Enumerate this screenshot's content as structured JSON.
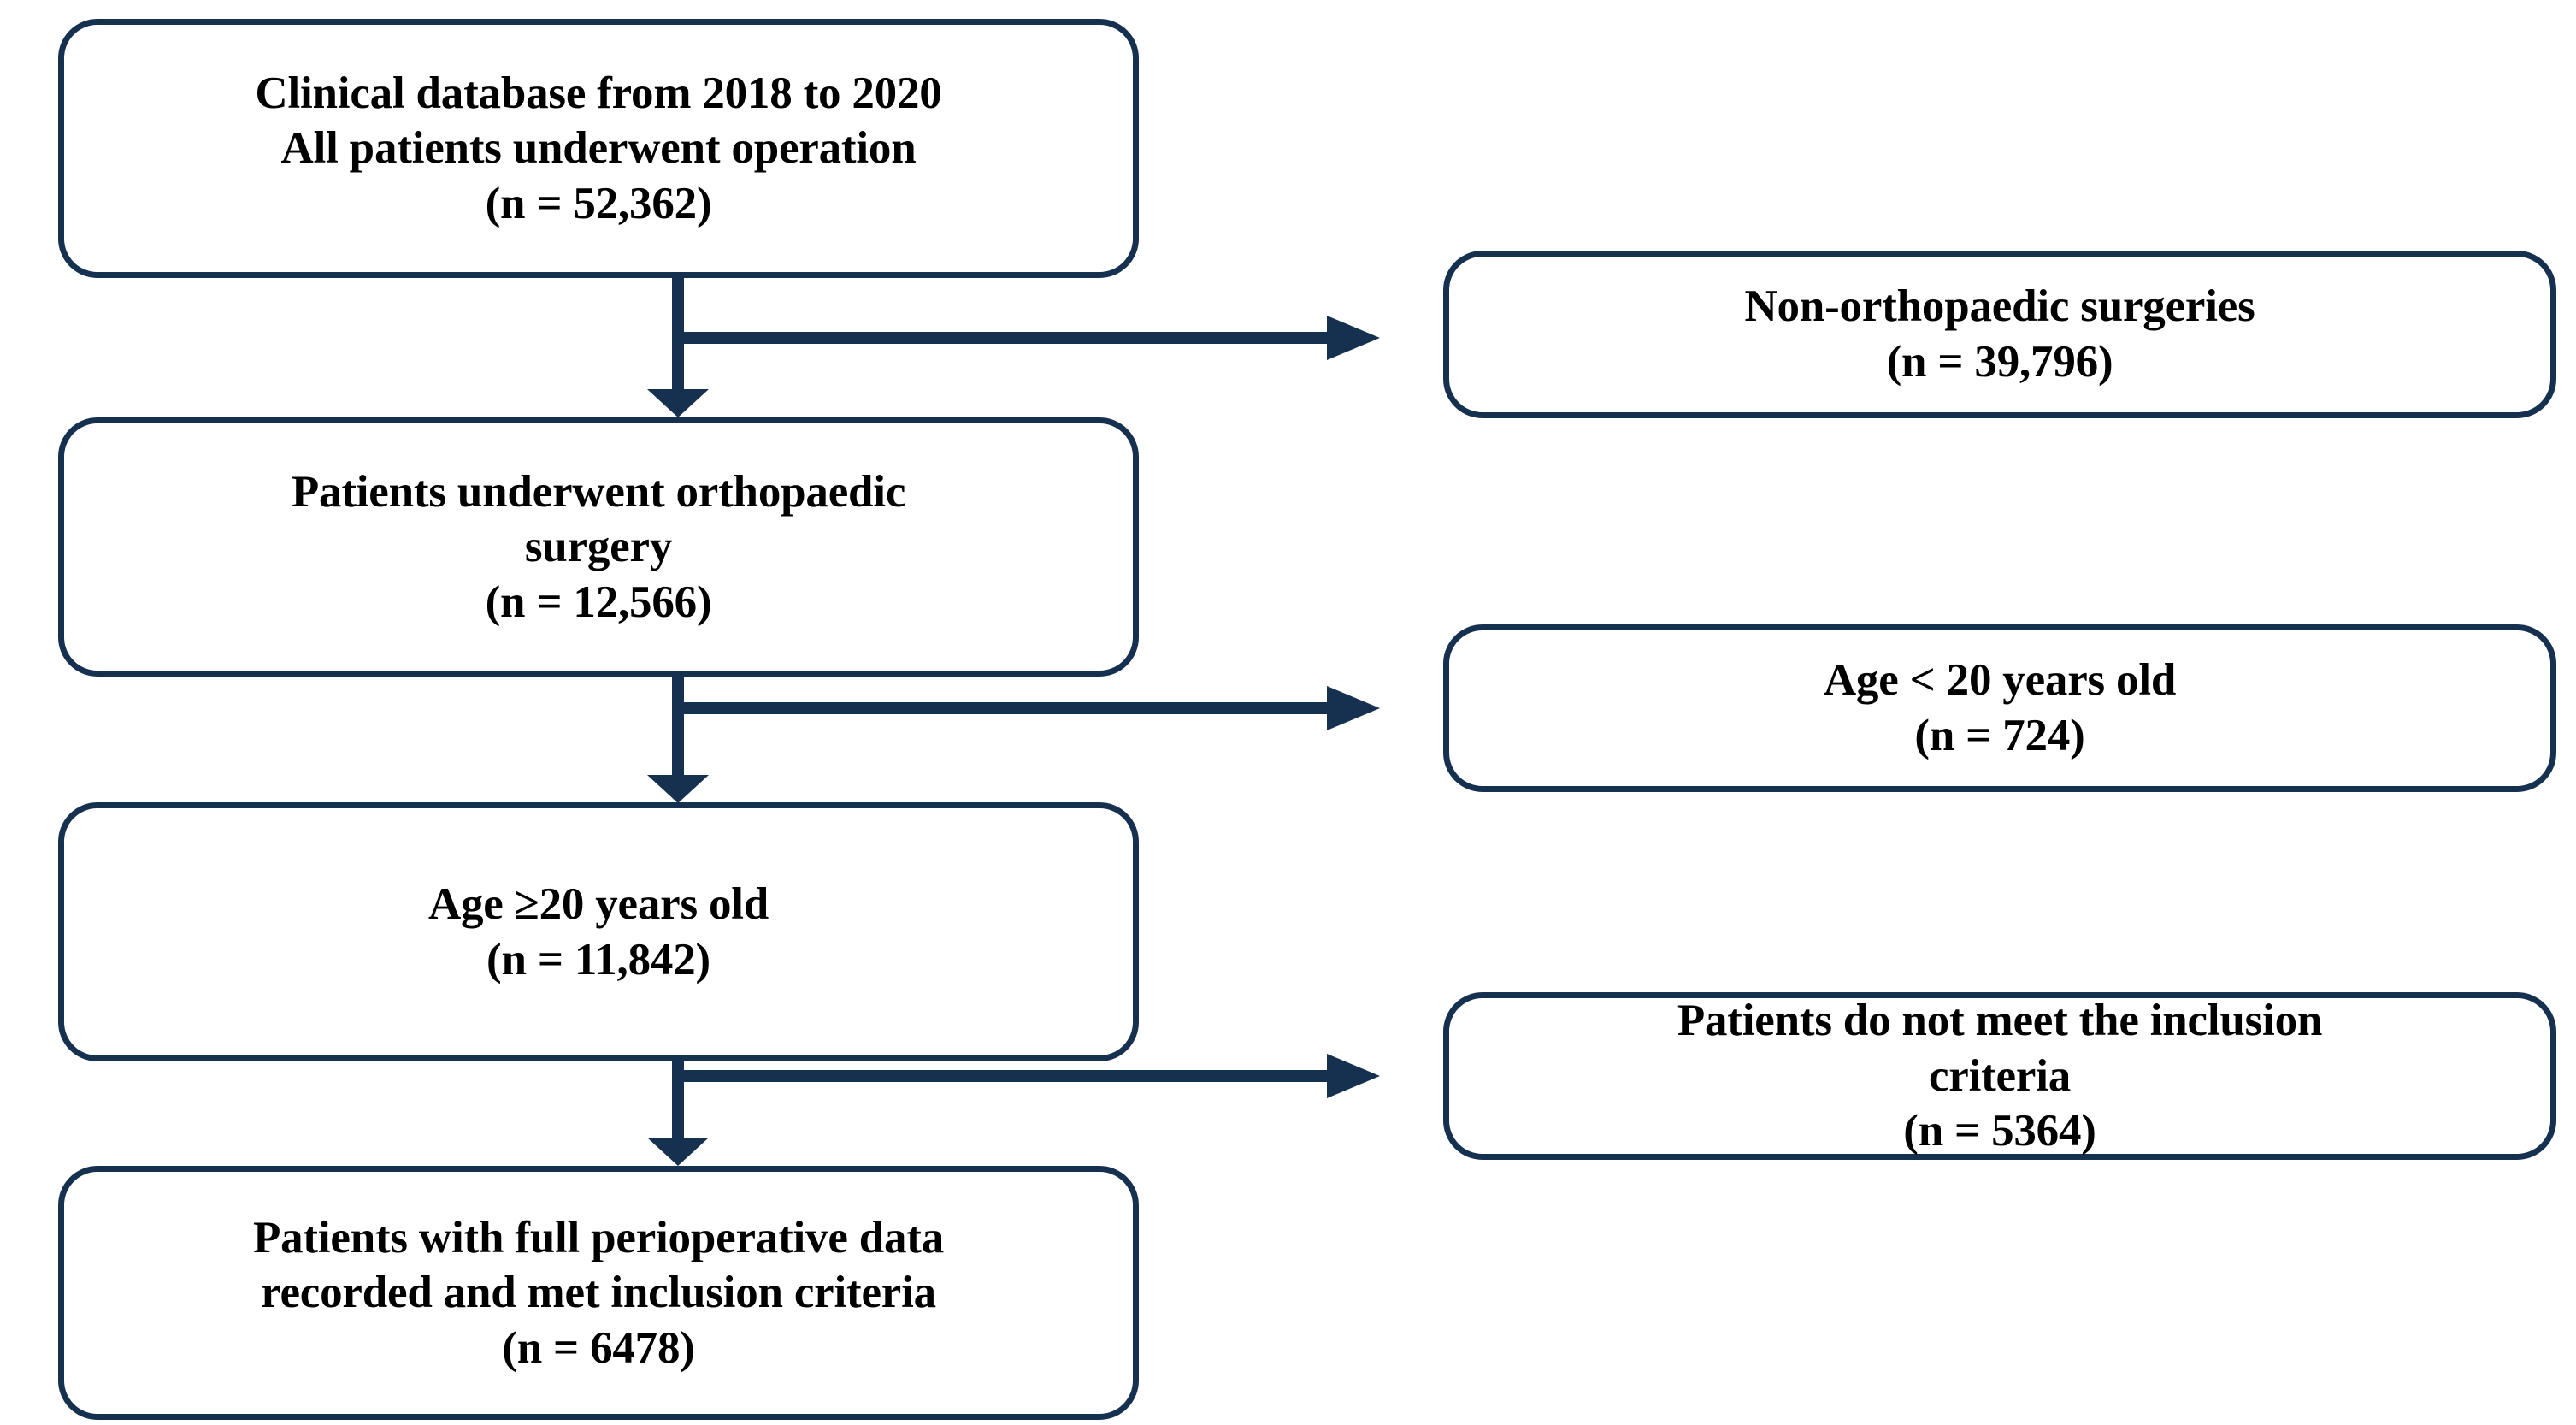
{
  "diagram": {
    "type": "flowchart",
    "orientation": "top-to-bottom with right-side exclusion branches",
    "accent_color": "#16304f",
    "background_color": "#ffffff",
    "text_color": "#000000"
  },
  "nodes": {
    "source": {
      "id": "source",
      "lines": [
        "Clinical database from 2018 to 2020",
        "All patients underwent operation",
        "(n = 52,362)"
      ],
      "n": 52362,
      "n_label": "(n = 52,362)"
    },
    "non_orthopaedic": {
      "id": "non-orthopaedic-surgeries",
      "lines": [
        "Non-orthopaedic surgeries",
        "(n = 39,796)"
      ],
      "n": 39796,
      "n_label": "(n = 39,796)"
    },
    "orthopaedic": {
      "id": "patients-underwent-orthopaedic-surgery",
      "lines": [
        "Patients underwent orthopaedic",
        "surgery",
        "(n = 12,566)"
      ],
      "n": 12566,
      "n_label": "(n = 12,566)"
    },
    "age_under_20": {
      "id": "age-less-than-20",
      "lines": [
        "Age < 20 years old",
        "(n = 724)"
      ],
      "n": 724,
      "n_label": "(n = 724)"
    },
    "age_20_plus": {
      "id": "age-20-or-older",
      "lines": [
        "Age ≥20 years old",
        "(n = 11,842)"
      ],
      "n": 11842,
      "n_label": "(n = 11,842)"
    },
    "not_meeting_criteria": {
      "id": "patients-not-meeting-inclusion-criteria",
      "lines": [
        "Patients do not meet the inclusion",
        "criteria",
        "(n = 5364)"
      ],
      "n": 5364,
      "n_label": "(n = 5364)"
    },
    "final_cohort": {
      "id": "final-cohort",
      "lines": [
        "Patients with full perioperative data",
        "recorded and met inclusion criteria",
        "(n = 6478)"
      ],
      "n": 6478,
      "n_label": "(n = 6478)"
    }
  },
  "edges": [
    {
      "from": "source",
      "to": "orthopaedic",
      "kind": "down-arrow"
    },
    {
      "from": "source",
      "to": "non_orthopaedic",
      "kind": "right-arrow"
    },
    {
      "from": "orthopaedic",
      "to": "age_20_plus",
      "kind": "down-arrow"
    },
    {
      "from": "orthopaedic",
      "to": "age_under_20",
      "kind": "right-arrow"
    },
    {
      "from": "age_20_plus",
      "to": "final_cohort",
      "kind": "down-arrow"
    },
    {
      "from": "age_20_plus",
      "to": "not_meeting_criteria",
      "kind": "right-arrow"
    }
  ]
}
